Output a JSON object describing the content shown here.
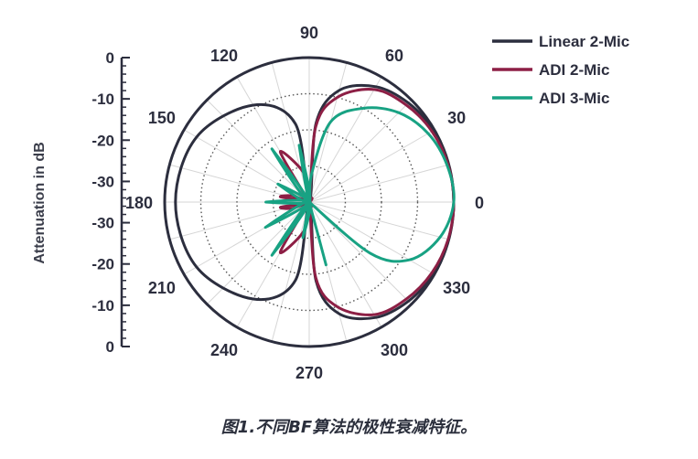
{
  "chart_data": {
    "type": "line",
    "subtype": "polar",
    "title": "",
    "ylabel": "Attenuation in dB",
    "axis_ticks": [
      "0",
      "-10",
      "-20",
      "-30",
      "-30",
      "-20",
      "-10",
      "0"
    ],
    "angle_labels": [
      "0",
      "30",
      "60",
      "90",
      "120",
      "150",
      "180",
      "210",
      "240",
      "270",
      "300",
      "330"
    ],
    "angle_values": [
      0,
      30,
      60,
      90,
      120,
      150,
      180,
      210,
      240,
      270,
      300,
      330
    ],
    "radial_range_db": [
      -40,
      0
    ],
    "legend_placement": "top-right",
    "grid": true,
    "series": [
      {
        "name": "Linear 2-Mic",
        "color": "#2c2e3e",
        "angles": [
          0,
          15,
          30,
          45,
          60,
          75,
          85,
          90,
          100,
          120,
          150,
          180,
          210,
          240,
          260,
          270,
          275,
          285,
          300,
          315,
          330,
          345,
          360
        ],
        "values": [
          0,
          -0.1,
          -0.3,
          -1.2,
          -3.1,
          -8,
          -18,
          -40,
          -18,
          -9,
          -4,
          -3,
          -4,
          -9,
          -18,
          -40,
          -18,
          -8,
          -3.1,
          -1.2,
          -0.3,
          -0.1,
          0
        ]
      },
      {
        "name": "ADI 2-Mic",
        "color": "#8d1f45",
        "angles": [
          0,
          15,
          30,
          45,
          60,
          75,
          85,
          90,
          100,
          120,
          140,
          150,
          160,
          170,
          180,
          190,
          200,
          210,
          220,
          240,
          260,
          270,
          275,
          285,
          300,
          315,
          330,
          345,
          360
        ],
        "values": [
          0,
          -0.2,
          -0.8,
          -2,
          -4,
          -10,
          -19,
          -40,
          -32,
          -24,
          -40,
          -40,
          -35,
          -32,
          -40,
          -32,
          -35,
          -40,
          -40,
          -24,
          -32,
          -40,
          -19,
          -10,
          -4,
          -2,
          -0.8,
          -0.2,
          0
        ]
      },
      {
        "name": "ADI 3-Mic",
        "color": "#18a283",
        "angles": [
          0,
          15,
          30,
          45,
          60,
          75,
          85,
          90,
          100,
          110,
          125,
          140,
          150,
          165,
          180,
          195,
          210,
          220,
          235,
          250,
          260,
          265,
          270,
          285,
          300,
          315,
          320,
          330,
          345,
          360
        ],
        "values": [
          0,
          -0.5,
          -2,
          -5,
          -10,
          -17,
          -32,
          -40,
          -24,
          -40,
          -22,
          -40,
          -30,
          -40,
          -28,
          -40,
          -26,
          -40,
          -22,
          -40,
          -30,
          -40,
          -40,
          -22,
          -40,
          -40,
          -18,
          -8,
          -2.5,
          0
        ]
      }
    ]
  },
  "caption": "图1.不同BF算法的极性衰减特征。"
}
